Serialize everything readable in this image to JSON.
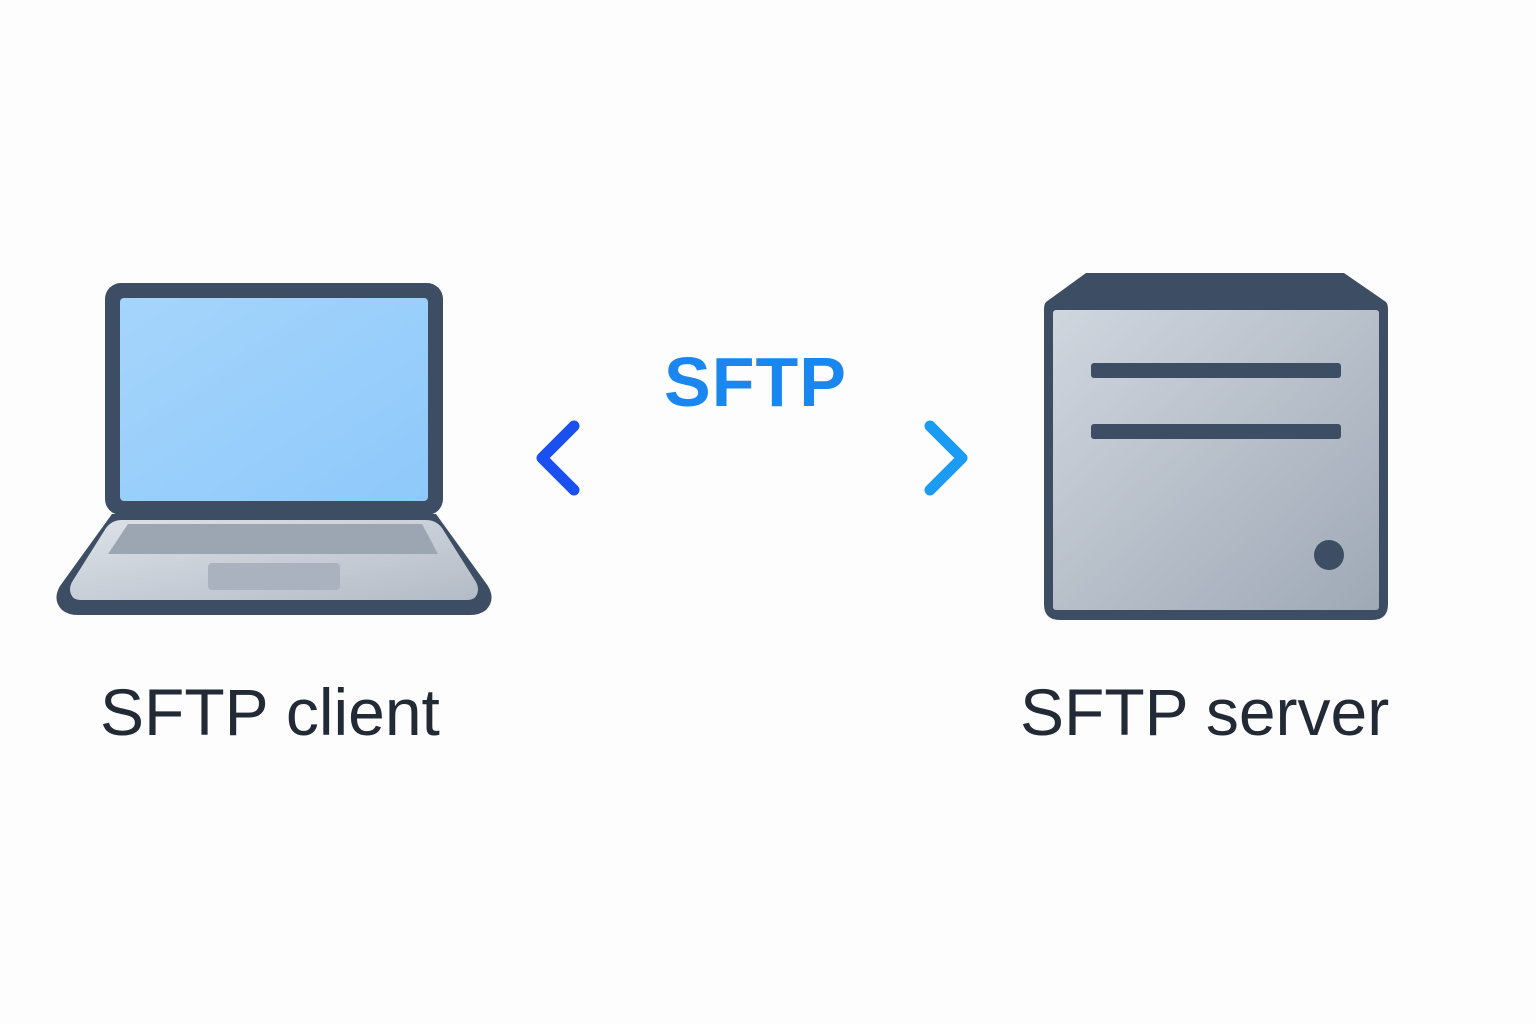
{
  "diagram": {
    "protocol": {
      "label": "SFTP",
      "arrow_direction": "bidirectional",
      "color_start": "#1a4ff0",
      "color_end": "#1a9cf5"
    },
    "client": {
      "label": "SFTP client",
      "icon": "laptop-icon"
    },
    "server": {
      "label": "SFTP server",
      "icon": "server-icon"
    }
  },
  "colors": {
    "outline": "#3d4d63",
    "screen": "#96cdfb",
    "body_light": "#d3d9e1",
    "body_dark": "#a4adb9",
    "text": "#222a36"
  }
}
